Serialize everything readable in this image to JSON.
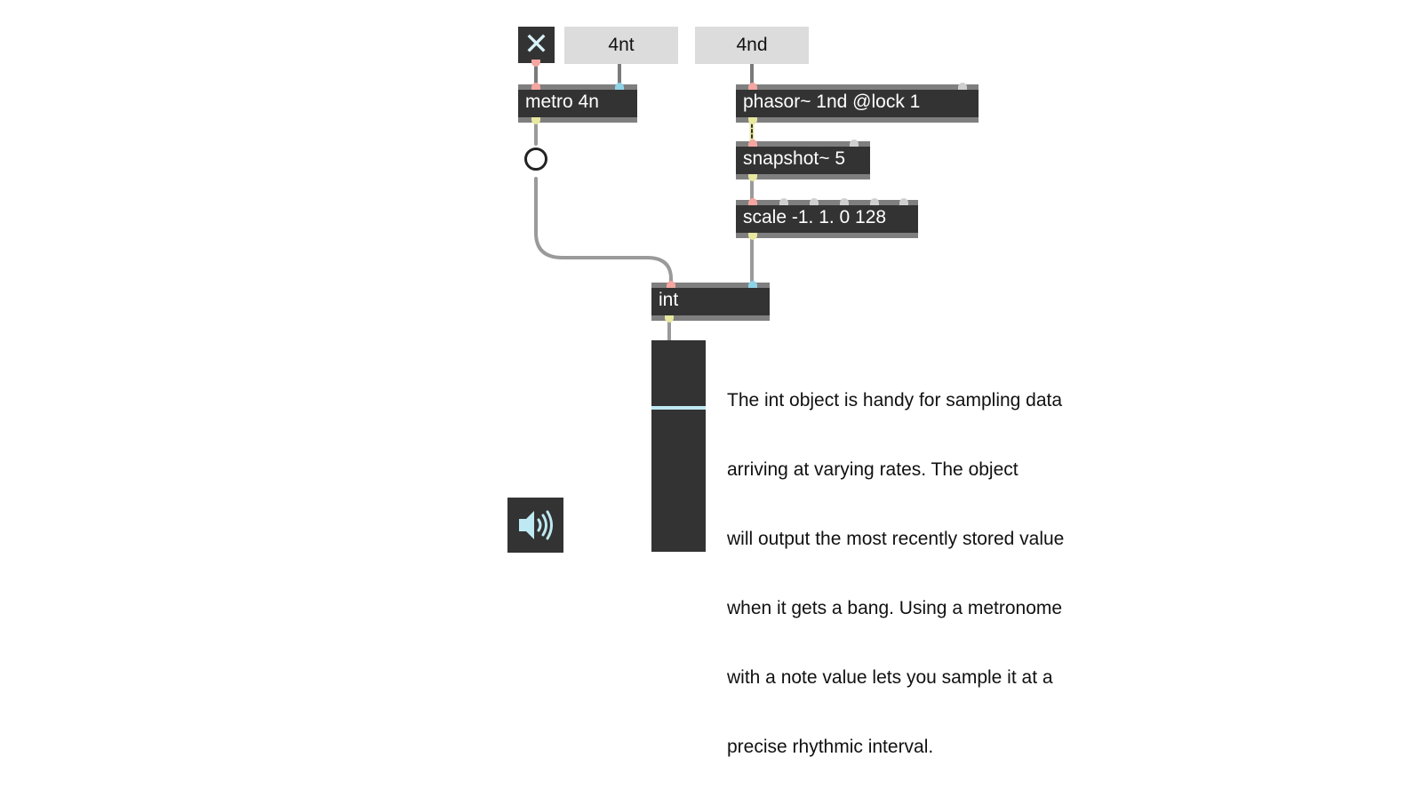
{
  "patch": {
    "toggle": {
      "icon": "close-x-icon",
      "glyph": "✕",
      "state": "on"
    },
    "messages": [
      {
        "id": "msg-4nt",
        "label": "4nt"
      },
      {
        "id": "msg-4nd",
        "label": "4nd"
      }
    ],
    "objects": {
      "metro": "metro 4n",
      "phasor": "phasor~ 1nd @lock 1",
      "snapshot": "snapshot~ 5",
      "scale": "scale -1. 1. 0 128",
      "int": "int"
    },
    "bang": {
      "icon": "bang-circle-icon"
    },
    "slider": {
      "value_fraction": 0.31
    },
    "ezdac": {
      "icon": "speaker-icon"
    },
    "comment": {
      "lines": [
        "The int object is handy for sampling data",
        "arriving at varying rates. The object",
        "will output the most recently stored value",
        "when it gets a bang. Using a metronome",
        "with a note value lets you sample it at a",
        "precise rhythmic interval."
      ]
    },
    "colors": {
      "object_bg": "#333333",
      "message_bg": "#dcdcdc",
      "inlet_hot": "#f4a6a0",
      "inlet_cold": "#8fd3e8",
      "signal_cord": "#e8e8a0",
      "cord": "#9a9a9a"
    }
  }
}
